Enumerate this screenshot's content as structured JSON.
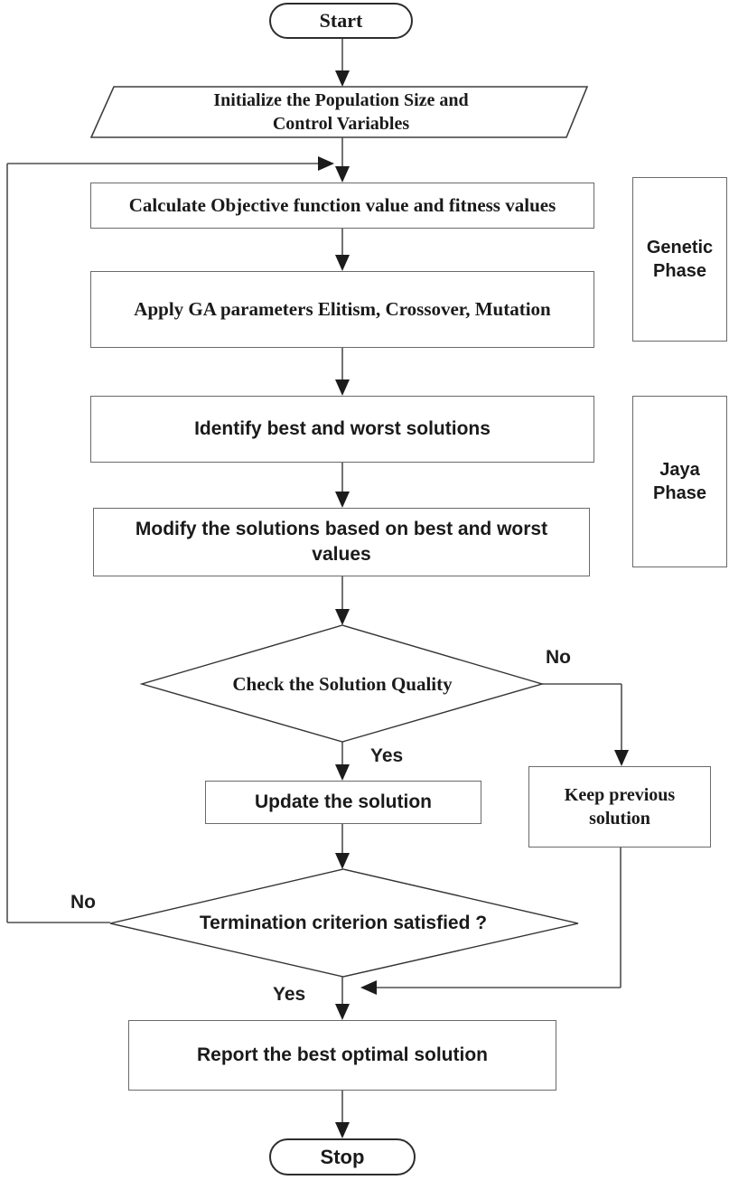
{
  "colors": {
    "background": "#ffffff",
    "connector_line": "#4f4f4f",
    "arrowhead": "#1c1c1c",
    "shape_border": "#4e4e4e",
    "text": "#1a1a1a"
  },
  "nodes": {
    "start": {
      "shape": "stadium",
      "label": "Start"
    },
    "init": {
      "shape": "parallelogram",
      "lines": [
        "Initialize the Population Size and",
        "Control Variables"
      ]
    },
    "calculate": {
      "shape": "rect",
      "label": "Calculate Objective function value and fitness values"
    },
    "apply_ga": {
      "shape": "rect",
      "label": "Apply GA parameters Elitism, Crossover, Mutation"
    },
    "identify": {
      "shape": "rect",
      "label": "Identify best and worst solutions"
    },
    "modify": {
      "shape": "rect",
      "lines": [
        "Modify the solutions based on best and worst",
        "values"
      ]
    },
    "check_quality": {
      "shape": "diamond",
      "label": "Check the Solution Quality"
    },
    "update": {
      "shape": "rect",
      "label": "Update the solution"
    },
    "keep_previous": {
      "shape": "rect",
      "lines": [
        "Keep previous",
        "solution"
      ]
    },
    "termination": {
      "shape": "diamond",
      "label": "Termination criterion satisfied ?"
    },
    "report": {
      "shape": "rect",
      "label": "Report the best optimal solution"
    },
    "stop": {
      "shape": "stadium",
      "label": "Stop"
    }
  },
  "phase_labels": {
    "genetic": {
      "lines": [
        "Genetic",
        "Phase"
      ]
    },
    "jaya": {
      "lines": [
        "Jaya",
        "Phase"
      ]
    }
  },
  "edge_labels": {
    "check_yes": "Yes",
    "check_no": "No",
    "termination_yes": "Yes",
    "termination_no": "No"
  }
}
